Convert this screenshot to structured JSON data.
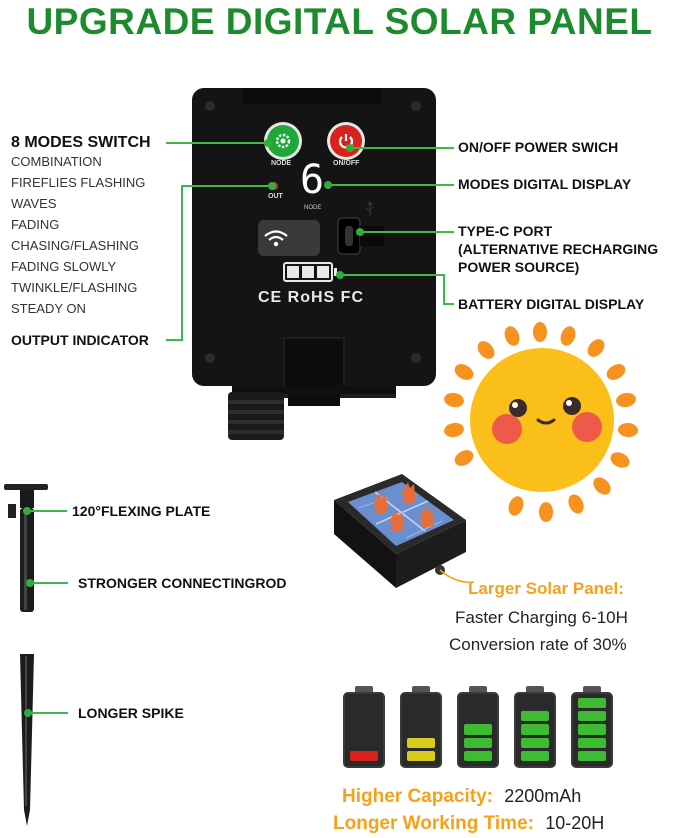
{
  "title": "UPGRADE DIGITAL SOLAR PANEL",
  "modes": {
    "heading": "8 MODES SWITCH",
    "items": [
      "COMBINATION",
      "FIREFLIES FLASHING",
      "WAVES",
      "FADING",
      "CHASING/FLASHING",
      "FADING SLOWLY",
      "TWINKLE/FLASHING",
      "STEADY ON"
    ]
  },
  "output_indicator": "OUTPUT INDICATOR",
  "right_labels": {
    "power": "ON/OFF POWER SWICH",
    "digital": "MODES DIGITAL DISPLAY",
    "typec_line1": "TYPE-C PORT",
    "typec_line2": "(ALTERNATIVE RECHARGING",
    "typec_line3": "POWER SOURCE)",
    "battery": "BATTERY DIGITAL DISPLAY"
  },
  "device": {
    "node_label": "NODE",
    "onoff_label": "ON/OFF",
    "out_label": "OUT",
    "digit": "6",
    "digit_label": "NODE",
    "cert_text": "CE RoHS FC"
  },
  "stake": {
    "plate": "120°FLEXING PLATE",
    "rod": "STRONGER CONNECTINGROD",
    "spike": "LONGER SPIKE"
  },
  "solar": {
    "heading": "Larger Solar Panel:",
    "line1": "Faster Charging 6-10H",
    "line2": "Conversion rate of 30%"
  },
  "capacity": {
    "label1": "Higher Capacity:",
    "value1": "2200mAh",
    "label2": "Longer Working Time:",
    "value2": "10-20H"
  },
  "batteries": [
    {
      "level": 0.2,
      "color": "#d8231c"
    },
    {
      "level": 0.4,
      "color": "#d8cc1c"
    },
    {
      "level": 0.6,
      "color": "#3dbb33"
    },
    {
      "level": 0.8,
      "color": "#3dbb33"
    },
    {
      "level": 1.0,
      "color": "#3dbb33"
    }
  ],
  "colors": {
    "title_green": "#1e8a2e",
    "line_green": "#3fb84a",
    "accent_orange": "#f5a21b"
  }
}
